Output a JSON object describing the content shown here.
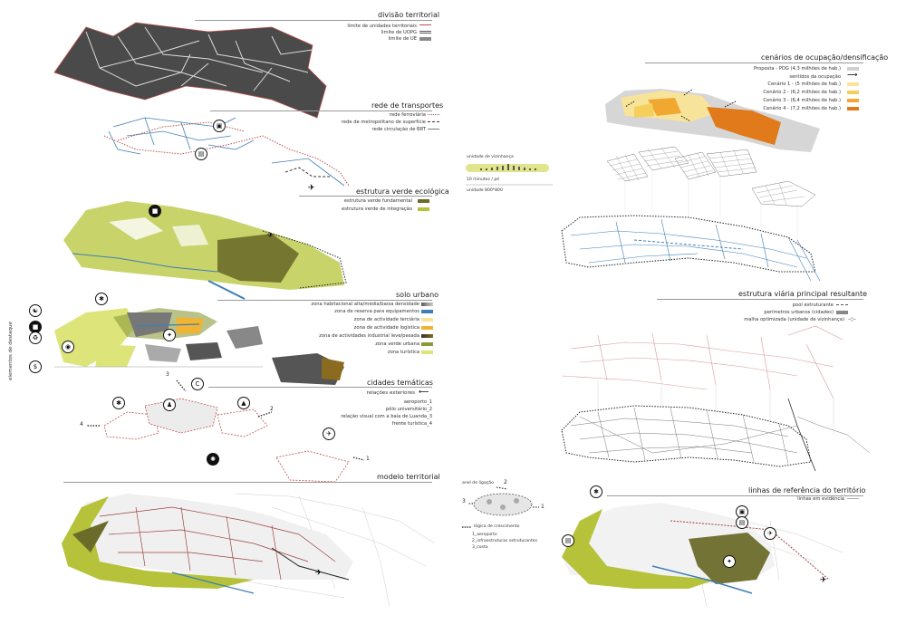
{
  "divisao": {
    "title": "divisão territorial",
    "legend": [
      "limite de unidades territoriais",
      "limite de UOPG",
      "limite de UE"
    ]
  },
  "transportes": {
    "title": "rede de transportes",
    "legend": [
      "rede ferroviária",
      "rede de metropolitano de superfície",
      "rede circulação de BRT"
    ]
  },
  "verde": {
    "title": "estrutura verde ecológica",
    "legend": [
      "estrutura verde fundamental",
      "estrutura verde de integração"
    ]
  },
  "solo": {
    "title": "solo urbano",
    "side_label": "elementos de destaque",
    "legend": [
      "zona habitacional alta/média/baixa densidade",
      "zona de reserva para equipamentos",
      "zona de actividade terciária",
      "zona de actividade logística",
      "zona de actividades industrial leve/pesada",
      "zona verde urbana",
      "zona turística"
    ]
  },
  "cidades": {
    "title": "cidades temáticas",
    "relacoes": "relações exteriores",
    "items": [
      "aeroporto_1",
      "pólo universitário_2",
      "relação visual com a baía de Luanda_3",
      "frente turística_4"
    ],
    "numbers": [
      "3",
      "2",
      "4",
      "1"
    ]
  },
  "modelo": {
    "title": "modelo territorial"
  },
  "cenarios": {
    "title": "cenários de ocupação/densificação",
    "legend": [
      "Proposta - PDG (4,3 milhões de hab.)",
      "sentidos da ocupação",
      "Cenário 1 - (5 milhões de hab.)",
      "Cenário 2 - (6,2 milhões de hab.)",
      "Cenário 3 - (6,4 milhões de hab.)",
      "Cenário 4 - (7,2 milhões de hab.)"
    ]
  },
  "vizinhanca": {
    "label": "unidade de vizinhança",
    "walk": "10 minutos / pé",
    "unit": "unidade 800*800"
  },
  "viaria": {
    "title": "estrutura viária principal resultante",
    "legend": [
      "pool estruturante",
      "perímetros urbanos (cidades)",
      "malha optimizada (unidade de vizinhança)"
    ]
  },
  "linhas": {
    "title": "linhas de referência do território",
    "legend": [
      "linhas em evidência"
    ],
    "anel": "anel de ligação",
    "anel_numbers": [
      "2",
      "3",
      "1"
    ],
    "logica": "lógica de crescimento",
    "items": [
      "1_aeroporto",
      "2_infraestruturas estruturantes",
      "3_costa"
    ]
  },
  "colors": {
    "dark_fill": "#4a4a4a",
    "red_line": "#c0504d",
    "blue_line": "#3f7fb5",
    "green_fundamental": "#6b6b2a",
    "green_integracao": "#b5c23a",
    "cenario1": "#f7e49a",
    "cenario2": "#f5cf5c",
    "cenario3": "#f0a830",
    "cenario4": "#e07a1a"
  }
}
